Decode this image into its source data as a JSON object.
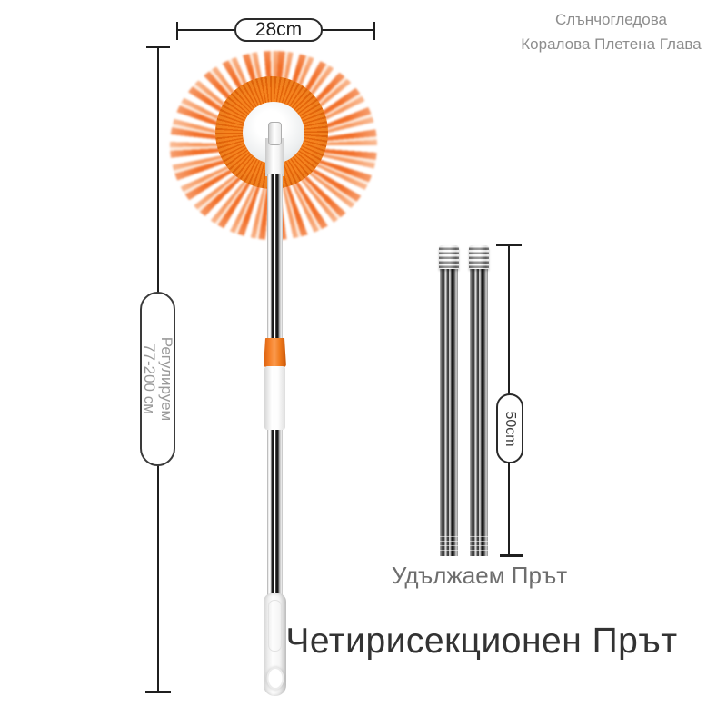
{
  "header": {
    "product_line1": "Слънчогледова",
    "product_line2": "Коралова Плетена Глава"
  },
  "annotations": {
    "head_width": "28cm",
    "adjustable_line1": "Регулируем",
    "adjustable_line2": "77-200 см",
    "extension_length": "50cm"
  },
  "captions": {
    "extension_pole": "Удължаем Прът",
    "main_pole": "Четирисекционен Прът"
  },
  "colors": {
    "accent_orange": "#f4781f",
    "fringe_orange": "#f58b4e",
    "annotation_gray": "#9a9a9a",
    "header_gray": "#8d8d8d",
    "caption_gray": "#6e6e6e",
    "caption_dark": "#333333",
    "line_black": "#1f1f1f"
  }
}
